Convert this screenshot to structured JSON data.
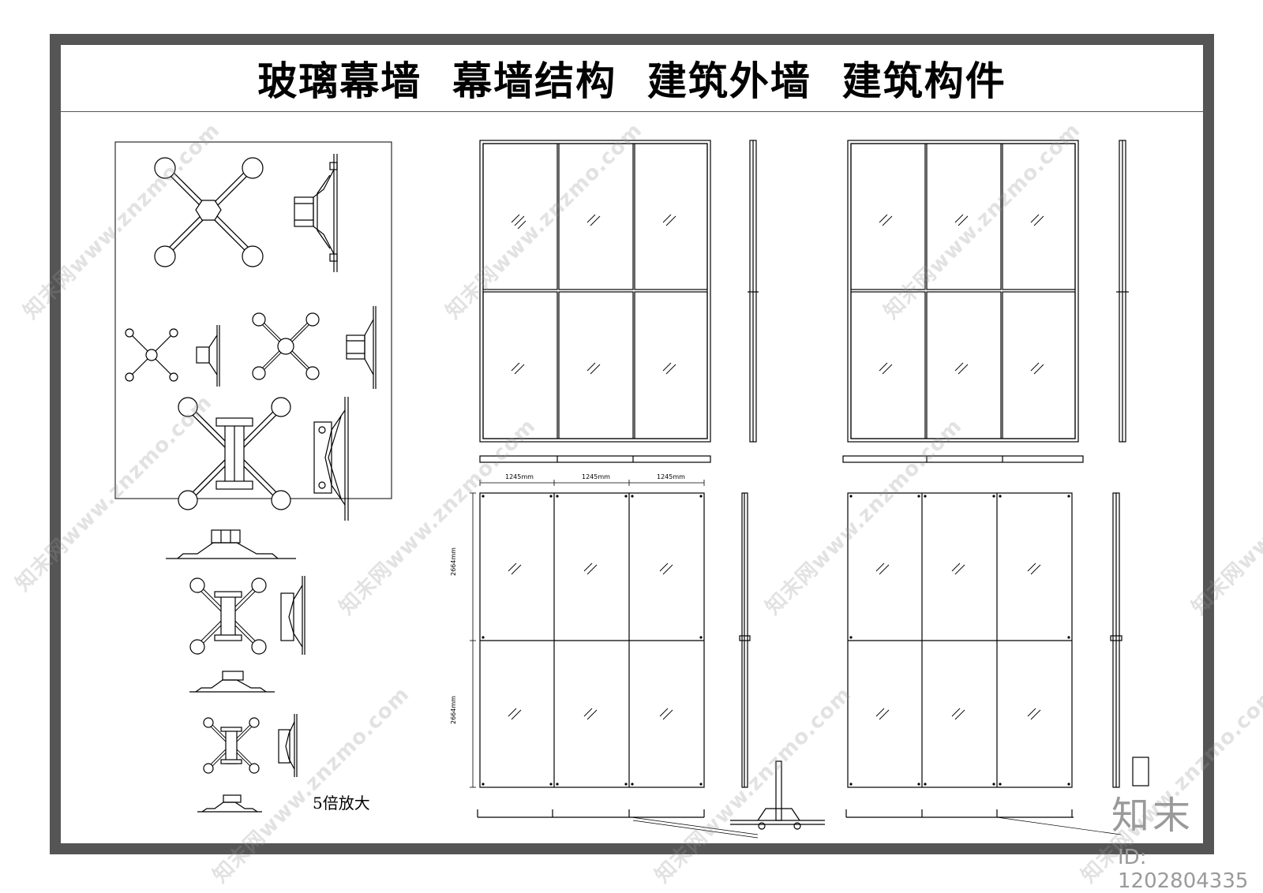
{
  "title": "玻璃幕墙  幕墙结构  建筑外墙  建筑构件",
  "panel_caption": "5倍放大",
  "dimensions": {
    "width": "1245mm",
    "height": "2664mm"
  },
  "watermark": {
    "text": "知末网www.znzmo.com"
  },
  "logo": {
    "text": "知末",
    "id_label": "ID: 1202804335"
  },
  "colors": {
    "frame": "#555555",
    "line": "#000000",
    "watermark": "#999999"
  }
}
